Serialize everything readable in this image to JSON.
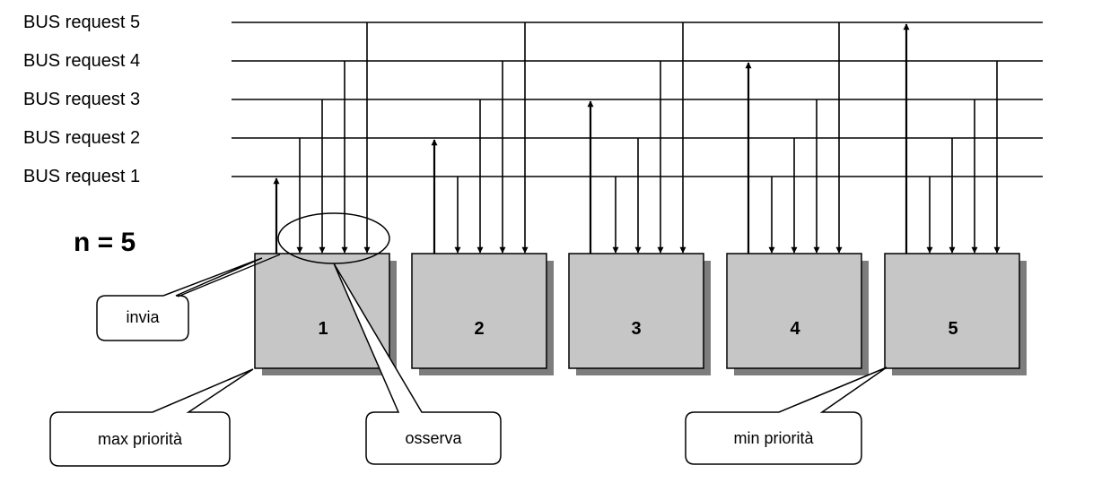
{
  "bus_lines": [
    {
      "label": "BUS request  5",
      "request": 5
    },
    {
      "label": "BUS request  4",
      "request": 4
    },
    {
      "label": "BUS request  3",
      "request": 3
    },
    {
      "label": "BUS request  2",
      "request": 2
    },
    {
      "label": "BUS request  1",
      "request": 1
    }
  ],
  "n_label": "n = 5",
  "modules": [
    {
      "label": "1",
      "sends_on": 1,
      "observes": [
        2,
        3,
        4,
        5
      ]
    },
    {
      "label": "2",
      "sends_on": 2,
      "observes": [
        1,
        3,
        4,
        5
      ]
    },
    {
      "label": "3",
      "sends_on": 3,
      "observes": [
        1,
        2,
        4,
        5
      ]
    },
    {
      "label": "4",
      "sends_on": 4,
      "observes": [
        1,
        2,
        3,
        5
      ]
    },
    {
      "label": "5",
      "sends_on": 5,
      "observes": [
        1,
        2,
        3,
        4
      ]
    }
  ],
  "callouts": {
    "invia": "invia",
    "max_priorita": "max priorità",
    "osserva": "osserva",
    "min_priorita": "min priorità"
  },
  "colors": {
    "module_fill": "#c6c6c6",
    "module_shadow": "#7d7d7d",
    "line": "#000000"
  }
}
